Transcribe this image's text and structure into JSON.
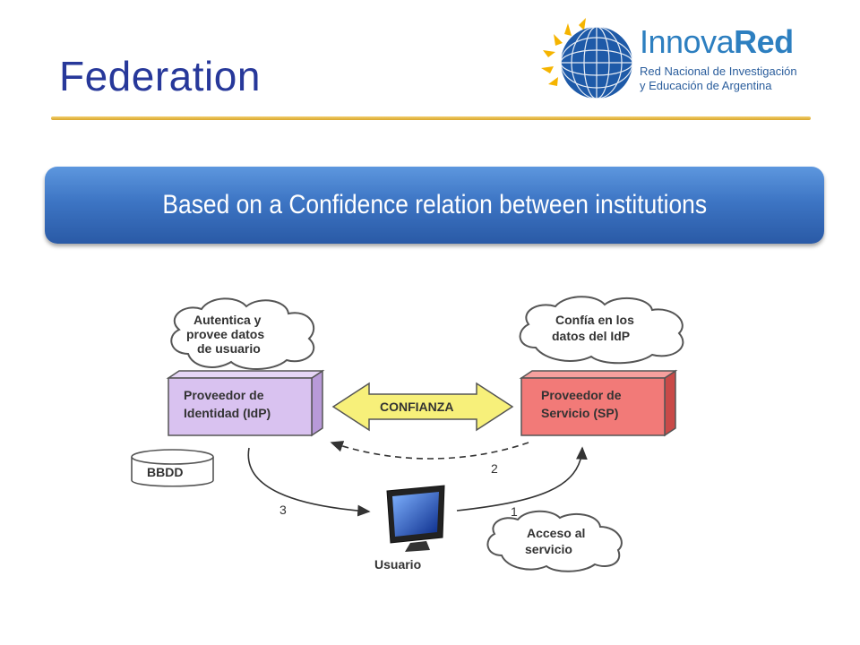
{
  "slide": {
    "title": "Federation",
    "banner_text": "Based on a Confidence relation between institutions"
  },
  "logo": {
    "name_part1": "Innova",
    "name_part2": "Red",
    "subtitle_line1": "Red Nacional de Investigación",
    "subtitle_line2": "y Educación de Argentina",
    "colors": {
      "text": "#2d7fc0",
      "globe": "#1e5aa8",
      "sun": "#f5b400"
    }
  },
  "diagram": {
    "idp_lines": [
      "Proveedor de",
      "Identidad (IdP)"
    ],
    "sp_lines": [
      "Proveedor de",
      "Servicio (SP)"
    ],
    "trust_label": "CONFIANZA",
    "database_label": "BBDD",
    "user_label": "Usuario",
    "cloud_idp_lines": [
      "Autentica y",
      "provee datos",
      "de usuario"
    ],
    "cloud_sp_lines": [
      "Confía en los",
      "datos del IdP"
    ],
    "cloud_user_lines": [
      "Acceso al",
      "servicio"
    ],
    "step1": "1",
    "step2": "2",
    "step3": "3",
    "colors": {
      "idp": "#d9c2f0",
      "sp": "#f27a78",
      "trust": "#f7f07a",
      "banner": "#3d75c4",
      "title": "#27389a",
      "rule": "#e0b84a"
    }
  }
}
